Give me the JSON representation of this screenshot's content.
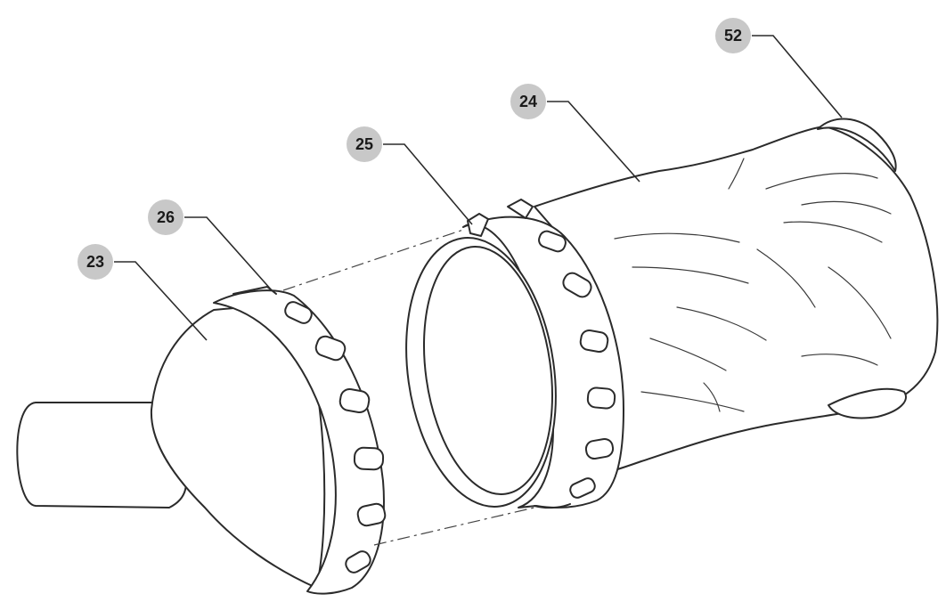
{
  "callouts": [
    {
      "id": "c23",
      "text": "23"
    },
    {
      "id": "c26",
      "text": "26"
    },
    {
      "id": "c25",
      "text": "25"
    },
    {
      "id": "c24",
      "text": "24"
    },
    {
      "id": "c52",
      "text": "52"
    }
  ]
}
